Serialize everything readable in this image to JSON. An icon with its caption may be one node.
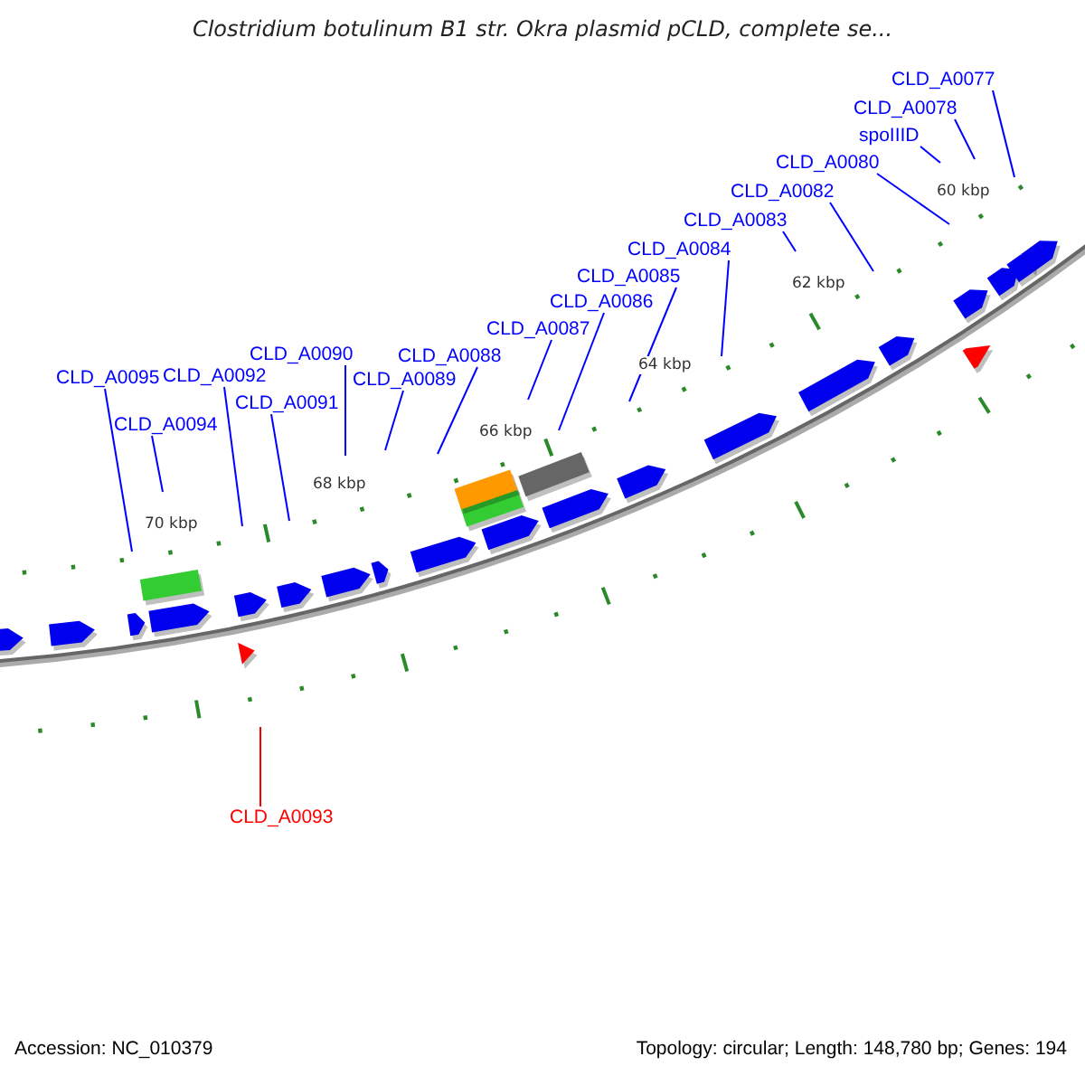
{
  "diagram": {
    "title": "Clostridium botulinum B1 str. Okra plasmid pCLD, complete se...",
    "nodes": [
      {
        "text": [
          "CLD_A0077"
        ]
      },
      {
        "text": [
          "CLD_A0078"
        ]
      },
      {
        "text": [
          "spoIIID"
        ]
      },
      {
        "text": [
          "CLD_A0080"
        ]
      },
      {
        "text": [
          "CLD_A0082"
        ]
      },
      {
        "text": [
          "CLD_A0083"
        ]
      },
      {
        "text": [
          "CLD_A0084"
        ]
      },
      {
        "text": [
          "CLD_A0085"
        ]
      },
      {
        "text": [
          "CLD_A0086"
        ]
      },
      {
        "text": [
          "CLD_A0087"
        ]
      },
      {
        "text": [
          "CLD_A0090"
        ]
      },
      {
        "text": [
          "CLD_A0088"
        ]
      },
      {
        "text": [
          "CLD_A0092"
        ]
      },
      {
        "text": [
          "CLD_A0095"
        ]
      },
      {
        "text": [
          "CLD_A0089"
        ]
      },
      {
        "text": [
          "CLD_A0091"
        ]
      },
      {
        "text": [
          "CLD_A0094"
        ]
      },
      {
        "text": [
          "CLD_A0093"
        ]
      }
    ],
    "edges": [
      {
        "from": 0,
        "to": null,
        "arrow": "none"
      },
      {
        "from": 1,
        "to": null,
        "arrow": "none"
      },
      {
        "from": 2,
        "to": null,
        "arrow": "none"
      },
      {
        "from": 3,
        "to": null,
        "arrow": "none"
      },
      {
        "from": 4,
        "to": null,
        "arrow": "none"
      },
      {
        "from": 5,
        "to": null,
        "arrow": "none"
      },
      {
        "from": 6,
        "to": null,
        "arrow": "none"
      },
      {
        "from": 7,
        "to": null,
        "arrow": "none"
      },
      {
        "from": 8,
        "to": null,
        "arrow": "none"
      },
      {
        "from": 9,
        "to": null,
        "arrow": "none"
      },
      {
        "from": 10,
        "to": null,
        "arrow": "none"
      },
      {
        "from": 11,
        "to": null,
        "arrow": "none"
      },
      {
        "from": 12,
        "to": null,
        "arrow": "none"
      },
      {
        "from": 13,
        "to": null,
        "arrow": "none"
      },
      {
        "from": 14,
        "to": null,
        "arrow": "none"
      },
      {
        "from": 15,
        "to": null,
        "arrow": "none"
      },
      {
        "from": 16,
        "to": null,
        "arrow": "none"
      },
      {
        "from": 17,
        "to": null,
        "arrow": "none",
        "color": "#ff0000"
      }
    ],
    "labels": [
      "60 kbp",
      "62 kbp",
      "64 kbp",
      "66 kbp",
      "68 kbp",
      "70 kbp",
      "Accession: NC_010379",
      "Topology: circular; Length: 148,780 bp; Genes: 194"
    ]
  }
}
